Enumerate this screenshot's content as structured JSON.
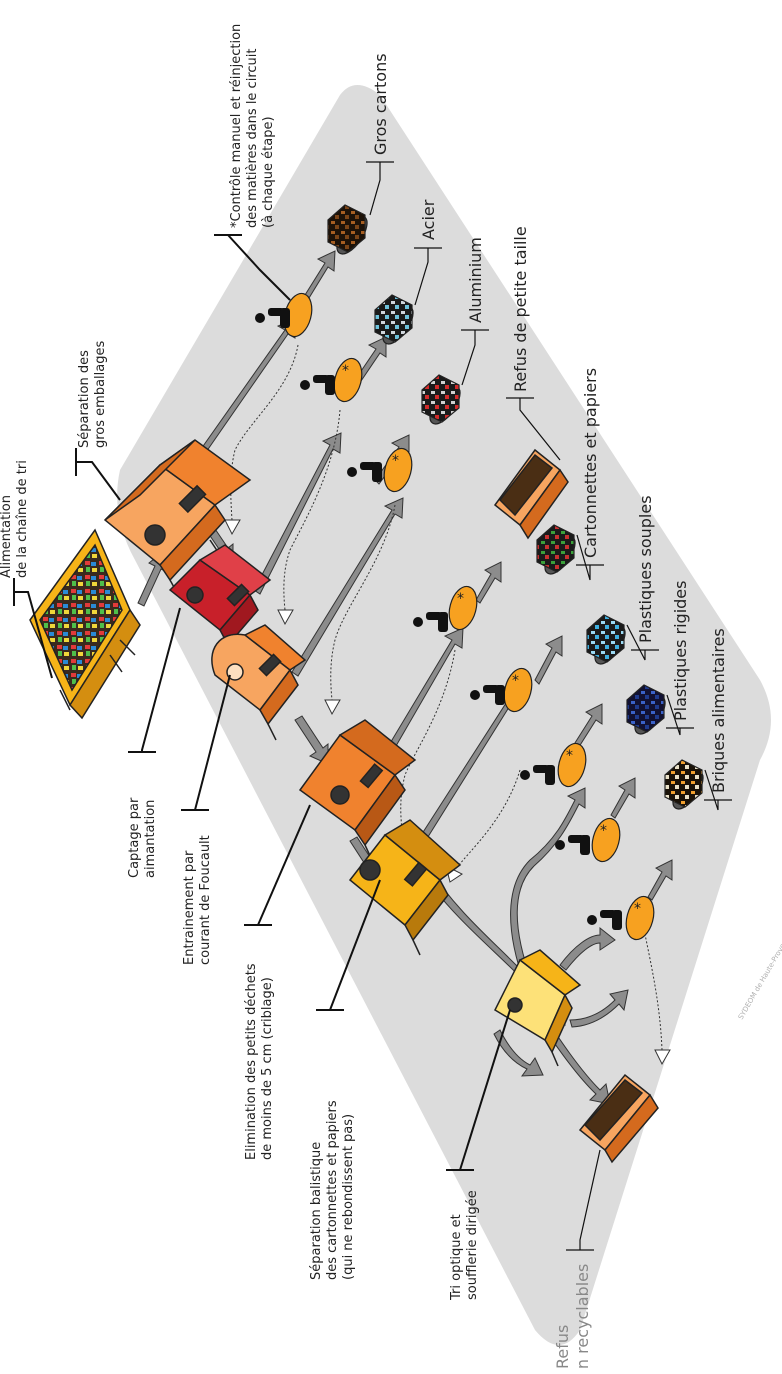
{
  "labels": {
    "alimentation": [
      "Alimentation",
      "de la chaîne de tri"
    ],
    "separation_gros": [
      "Séparation des",
      "gros emballages"
    ],
    "captage": [
      "Captage par",
      "aimantation"
    ],
    "entrainement": [
      "Entrainement par",
      "courant de Foucault"
    ],
    "elimination": [
      "Elimination des petits déchets",
      "de moins de 5 cm (criblage)"
    ],
    "balistique": [
      "Séparation balistique",
      "des cartonnettes et papiers",
      "(qui ne rebondissent pas)"
    ],
    "tri_optique": [
      "Tri optique et",
      "soufflerie dirigée"
    ],
    "controle": [
      "*Contrôle manuel et réinjection",
      "des matières dans le circuit",
      "(à chaque étape)"
    ],
    "refus_non_recyclables": [
      "Refus",
      "non recyclables"
    ]
  },
  "outputs": {
    "gros_cartons": "Gros cartons",
    "acier": "Acier",
    "aluminium": "Aluminium",
    "refus_petite_taille": "Refus de petite taille",
    "cartonnettes": "Cartonnettes et papiers",
    "plastiques_souples": "Plastiques souples",
    "plastiques_rigides": "Plastiques rigides",
    "briques": "Briques alimentaires"
  },
  "asterisk": "*",
  "credit": "SYDEOM de Haute-Provence",
  "colors": {
    "platform": "#dcdcdc",
    "orange": "#f0822e",
    "orange_light": "#f7a560",
    "red": "#c8202a",
    "yellow": "#f6b418",
    "yellow_light": "#fde178",
    "worker_oval": "#f7a120",
    "arrow": "#8c8c8c"
  }
}
